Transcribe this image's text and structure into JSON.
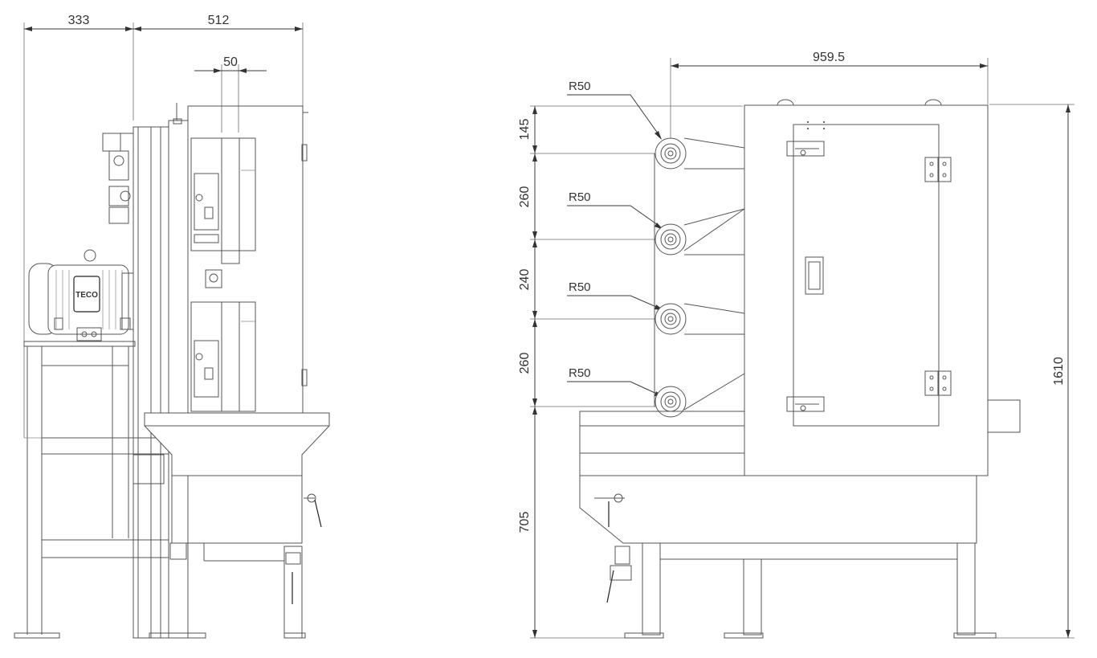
{
  "side_view": {
    "dims": {
      "motor_offset": "333",
      "frame_width": "512",
      "gap": "50"
    },
    "motor_logo": "TECO"
  },
  "front_view": {
    "dims": {
      "width": "959.5",
      "top": "145",
      "span_1": "260",
      "span_2": "240",
      "span_3": "260",
      "base": "705",
      "height": "1610"
    },
    "radius_labels": [
      "R50",
      "R50",
      "R50",
      "R50"
    ]
  }
}
